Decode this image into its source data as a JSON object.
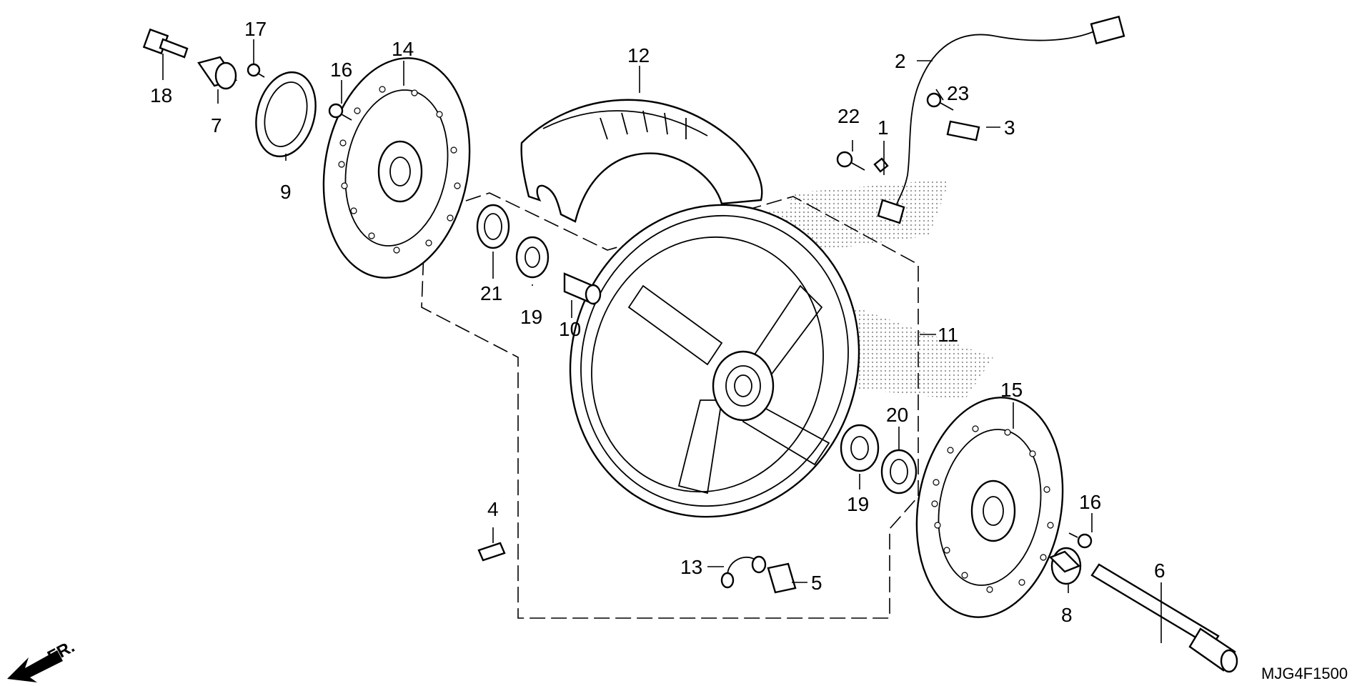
{
  "diagram": {
    "code": "MJG4F1500",
    "direction_label": "FR.",
    "callouts": [
      {
        "id": "c1",
        "label": "1"
      },
      {
        "id": "c2",
        "label": "2"
      },
      {
        "id": "c3",
        "label": "3"
      },
      {
        "id": "c4",
        "label": "4"
      },
      {
        "id": "c5",
        "label": "5"
      },
      {
        "id": "c6",
        "label": "6"
      },
      {
        "id": "c7",
        "label": "7"
      },
      {
        "id": "c8",
        "label": "8"
      },
      {
        "id": "c9",
        "label": "9"
      },
      {
        "id": "c10",
        "label": "10"
      },
      {
        "id": "c11",
        "label": "11"
      },
      {
        "id": "c12",
        "label": "12"
      },
      {
        "id": "c13",
        "label": "13"
      },
      {
        "id": "c14",
        "label": "14"
      },
      {
        "id": "c15",
        "label": "15"
      },
      {
        "id": "c16a",
        "label": "16"
      },
      {
        "id": "c16b",
        "label": "16"
      },
      {
        "id": "c17",
        "label": "17"
      },
      {
        "id": "c18",
        "label": "18"
      },
      {
        "id": "c19a",
        "label": "19"
      },
      {
        "id": "c19b",
        "label": "19"
      },
      {
        "id": "c20",
        "label": "20"
      },
      {
        "id": "c21",
        "label": "21"
      },
      {
        "id": "c22",
        "label": "22"
      },
      {
        "id": "c23",
        "label": "23"
      }
    ]
  }
}
